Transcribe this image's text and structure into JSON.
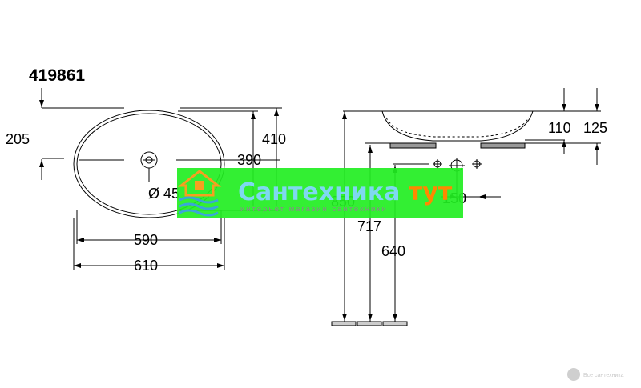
{
  "drawing": {
    "model_number": "419861",
    "top_view": {
      "dim_205": "205",
      "dim_410": "410",
      "dim_390": "390",
      "drain_diameter": "Ø 45",
      "dim_590": "590",
      "dim_610": "610"
    },
    "side_view": {
      "dim_110": "110",
      "dim_125": "125",
      "dim_150": "150",
      "dim_850": "850",
      "dim_717": "717",
      "dim_640": "640"
    }
  },
  "watermark": {
    "title_part1": "Сантехника ",
    "title_part2": "тут",
    "subtitle": "интернет магазин сантехники",
    "corner_text": "Все сантехника"
  },
  "colors": {
    "line": "#000000",
    "banner_green": "#22ee22",
    "title_cyan": "#7fd8f0",
    "title_orange": "#ff8800",
    "logo_orange": "#f5a020",
    "logo_blue": "#3aa6d8"
  }
}
